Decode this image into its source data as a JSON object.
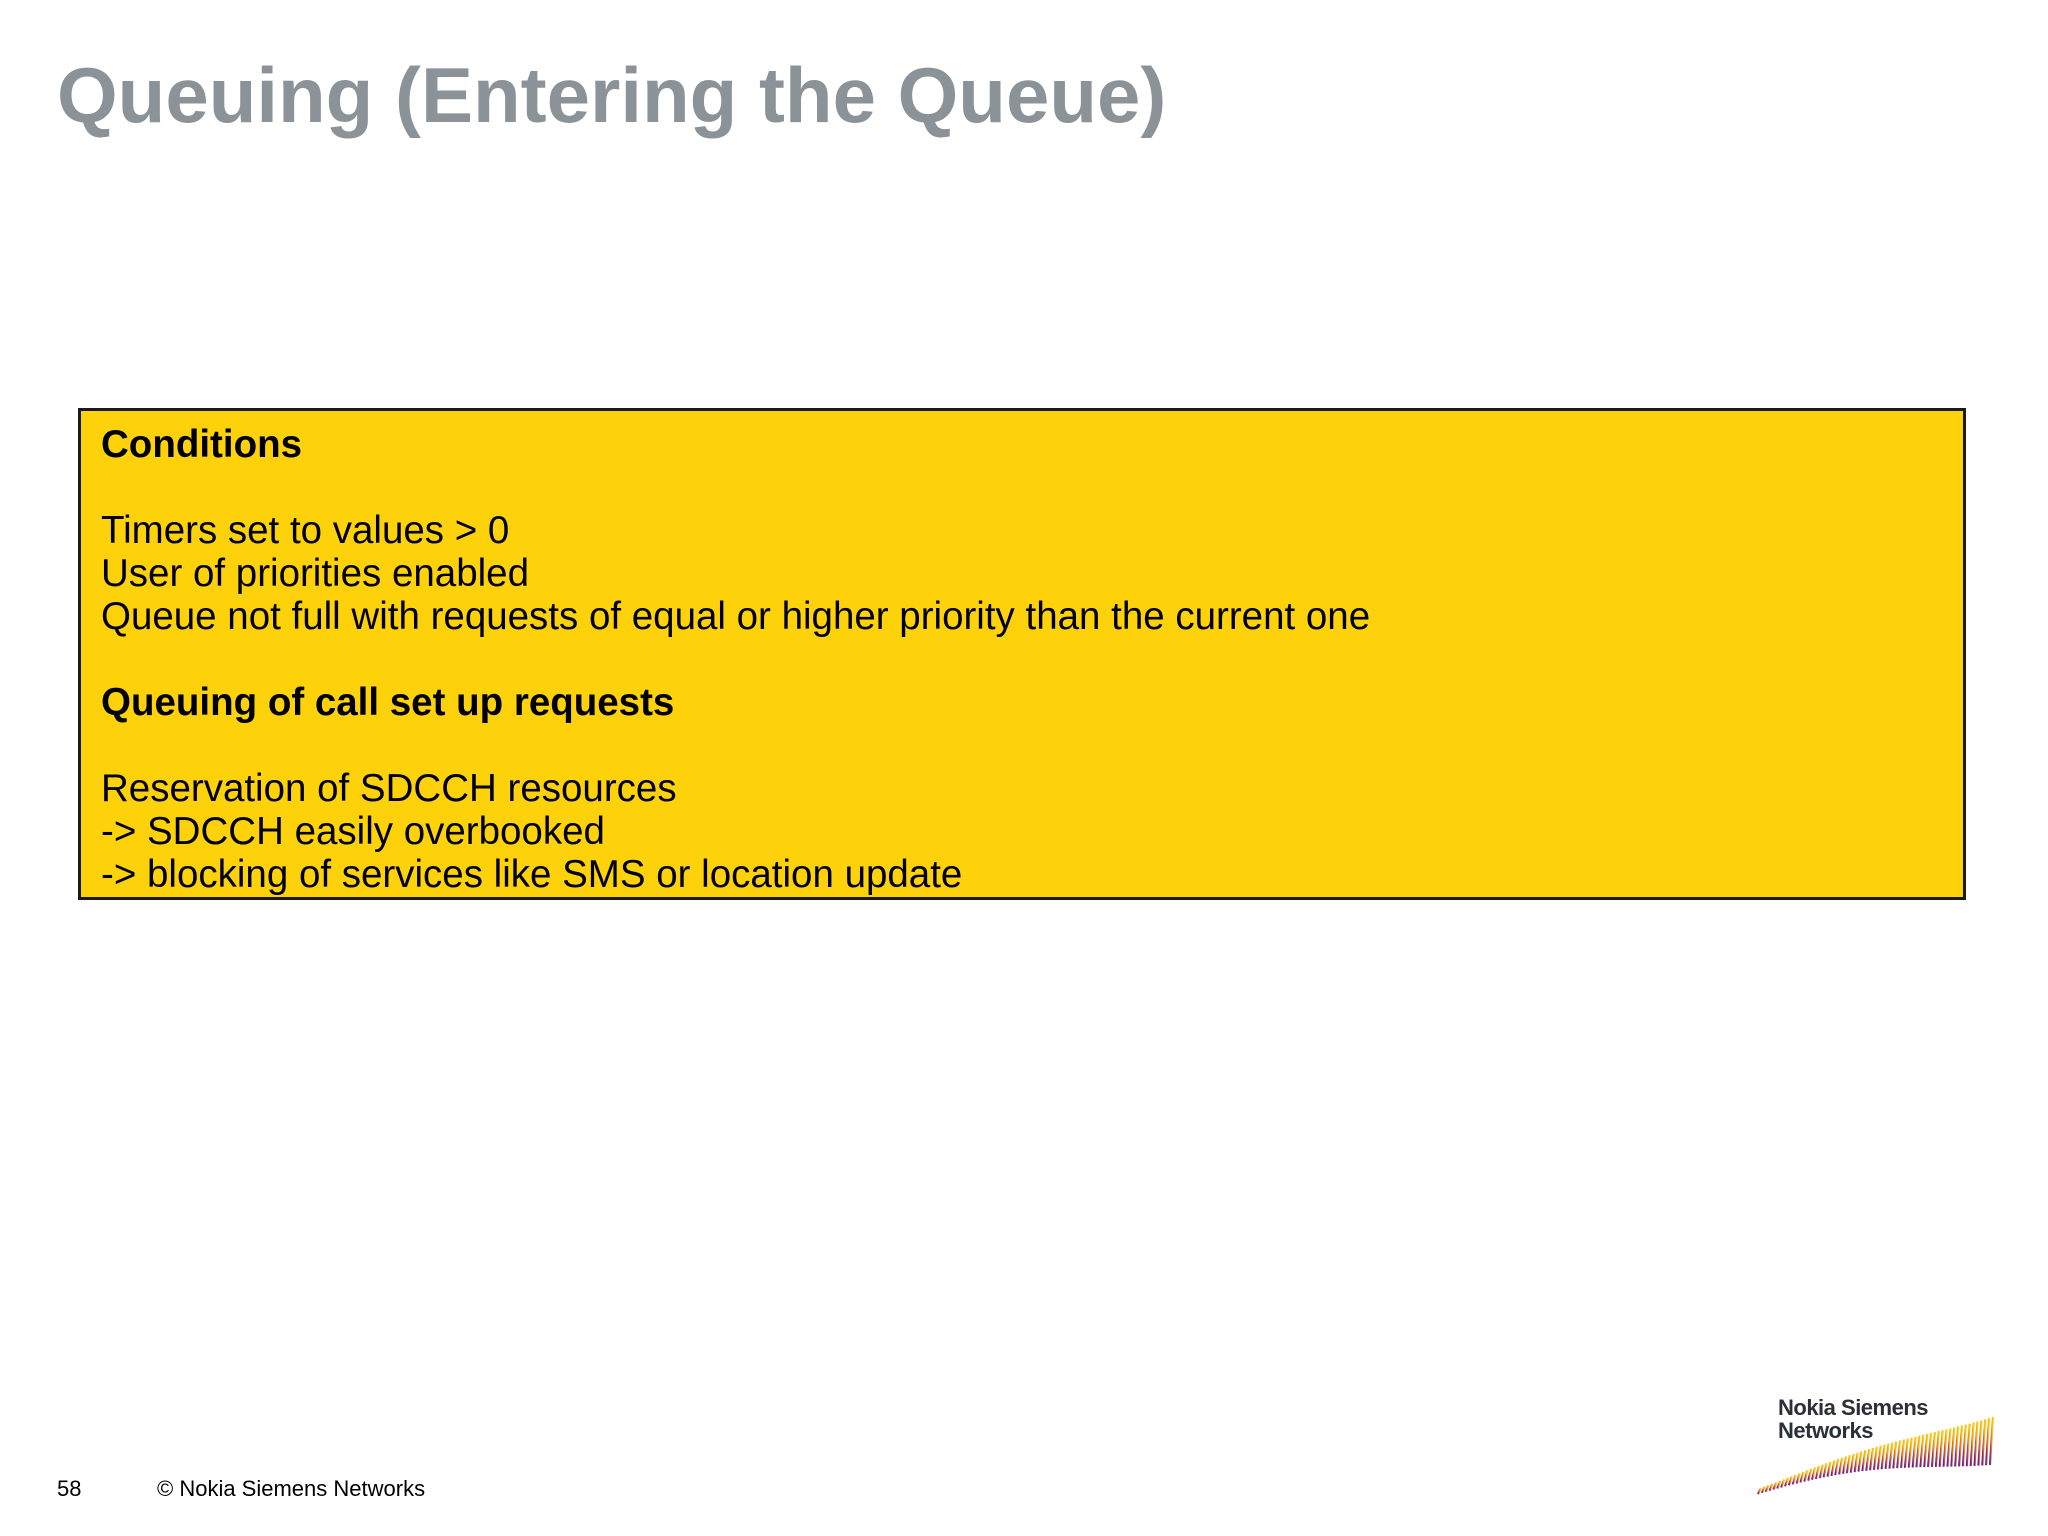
{
  "slide": {
    "title": "Queuing (Entering the Queue)"
  },
  "box": {
    "heading_conditions": "Conditions",
    "conditions": [
      "Timers set to values > 0",
      "User of priorities enabled",
      "Queue not full with requests of equal or higher priority than the current one"
    ],
    "heading_queuing": "Queuing of call set up requests",
    "queuing": [
      "Reservation of SDCCH resources",
      "-> SDCCH easily overbooked",
      "-> blocking of services like SMS or location update"
    ]
  },
  "footer": {
    "page_number": "58",
    "copyright": "© Nokia Siemens Networks"
  },
  "logo": {
    "line1": "Nokia Siemens",
    "line2": "Networks"
  },
  "colors": {
    "title": "#8b9298",
    "box_fill": "#fdd20a",
    "box_border": "#1a1a1a"
  }
}
